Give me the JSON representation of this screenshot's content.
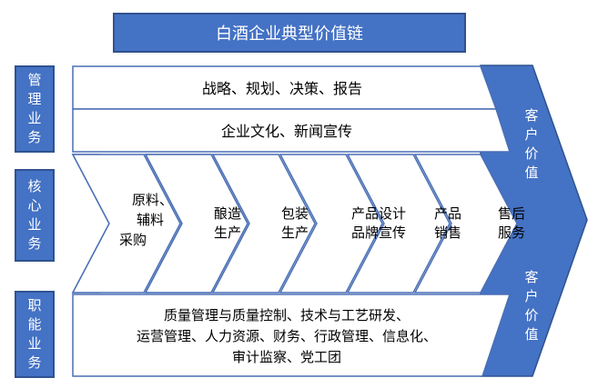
{
  "title": "白酒企业典型价值链",
  "sections": {
    "management": [
      "管",
      "理",
      "业",
      "务"
    ],
    "core": [
      "核",
      "心",
      "业",
      "务"
    ],
    "functional": [
      "职",
      "能",
      "业",
      "务"
    ]
  },
  "management_rows": {
    "row1": "战略、规划、决策、报告",
    "row2": "企业文化、新闻宣传"
  },
  "chevrons": [
    [
      "原料、",
      "辅料",
      "采购"
    ],
    [
      "酿造",
      "生产"
    ],
    [
      "包装",
      "生产"
    ],
    [
      "产品设计",
      "品牌宣传"
    ],
    [
      "产品",
      "销售"
    ],
    [
      "售后",
      "服务"
    ]
  ],
  "functional_lines": [
    "质量管理与质量控制、技术与工艺研发、",
    "运营管理、人力资源、财务、行政管理、信息化、",
    "审计监察、党工团"
  ],
  "customer_value_top": [
    "客",
    "户",
    "价",
    "值"
  ],
  "customer_value_bottom": [
    "客",
    "户",
    "价",
    "值"
  ],
  "colors": {
    "blue": "#4472c4",
    "border": "#2f528f",
    "box_border": "#4a6fb5",
    "text": "#000000"
  }
}
